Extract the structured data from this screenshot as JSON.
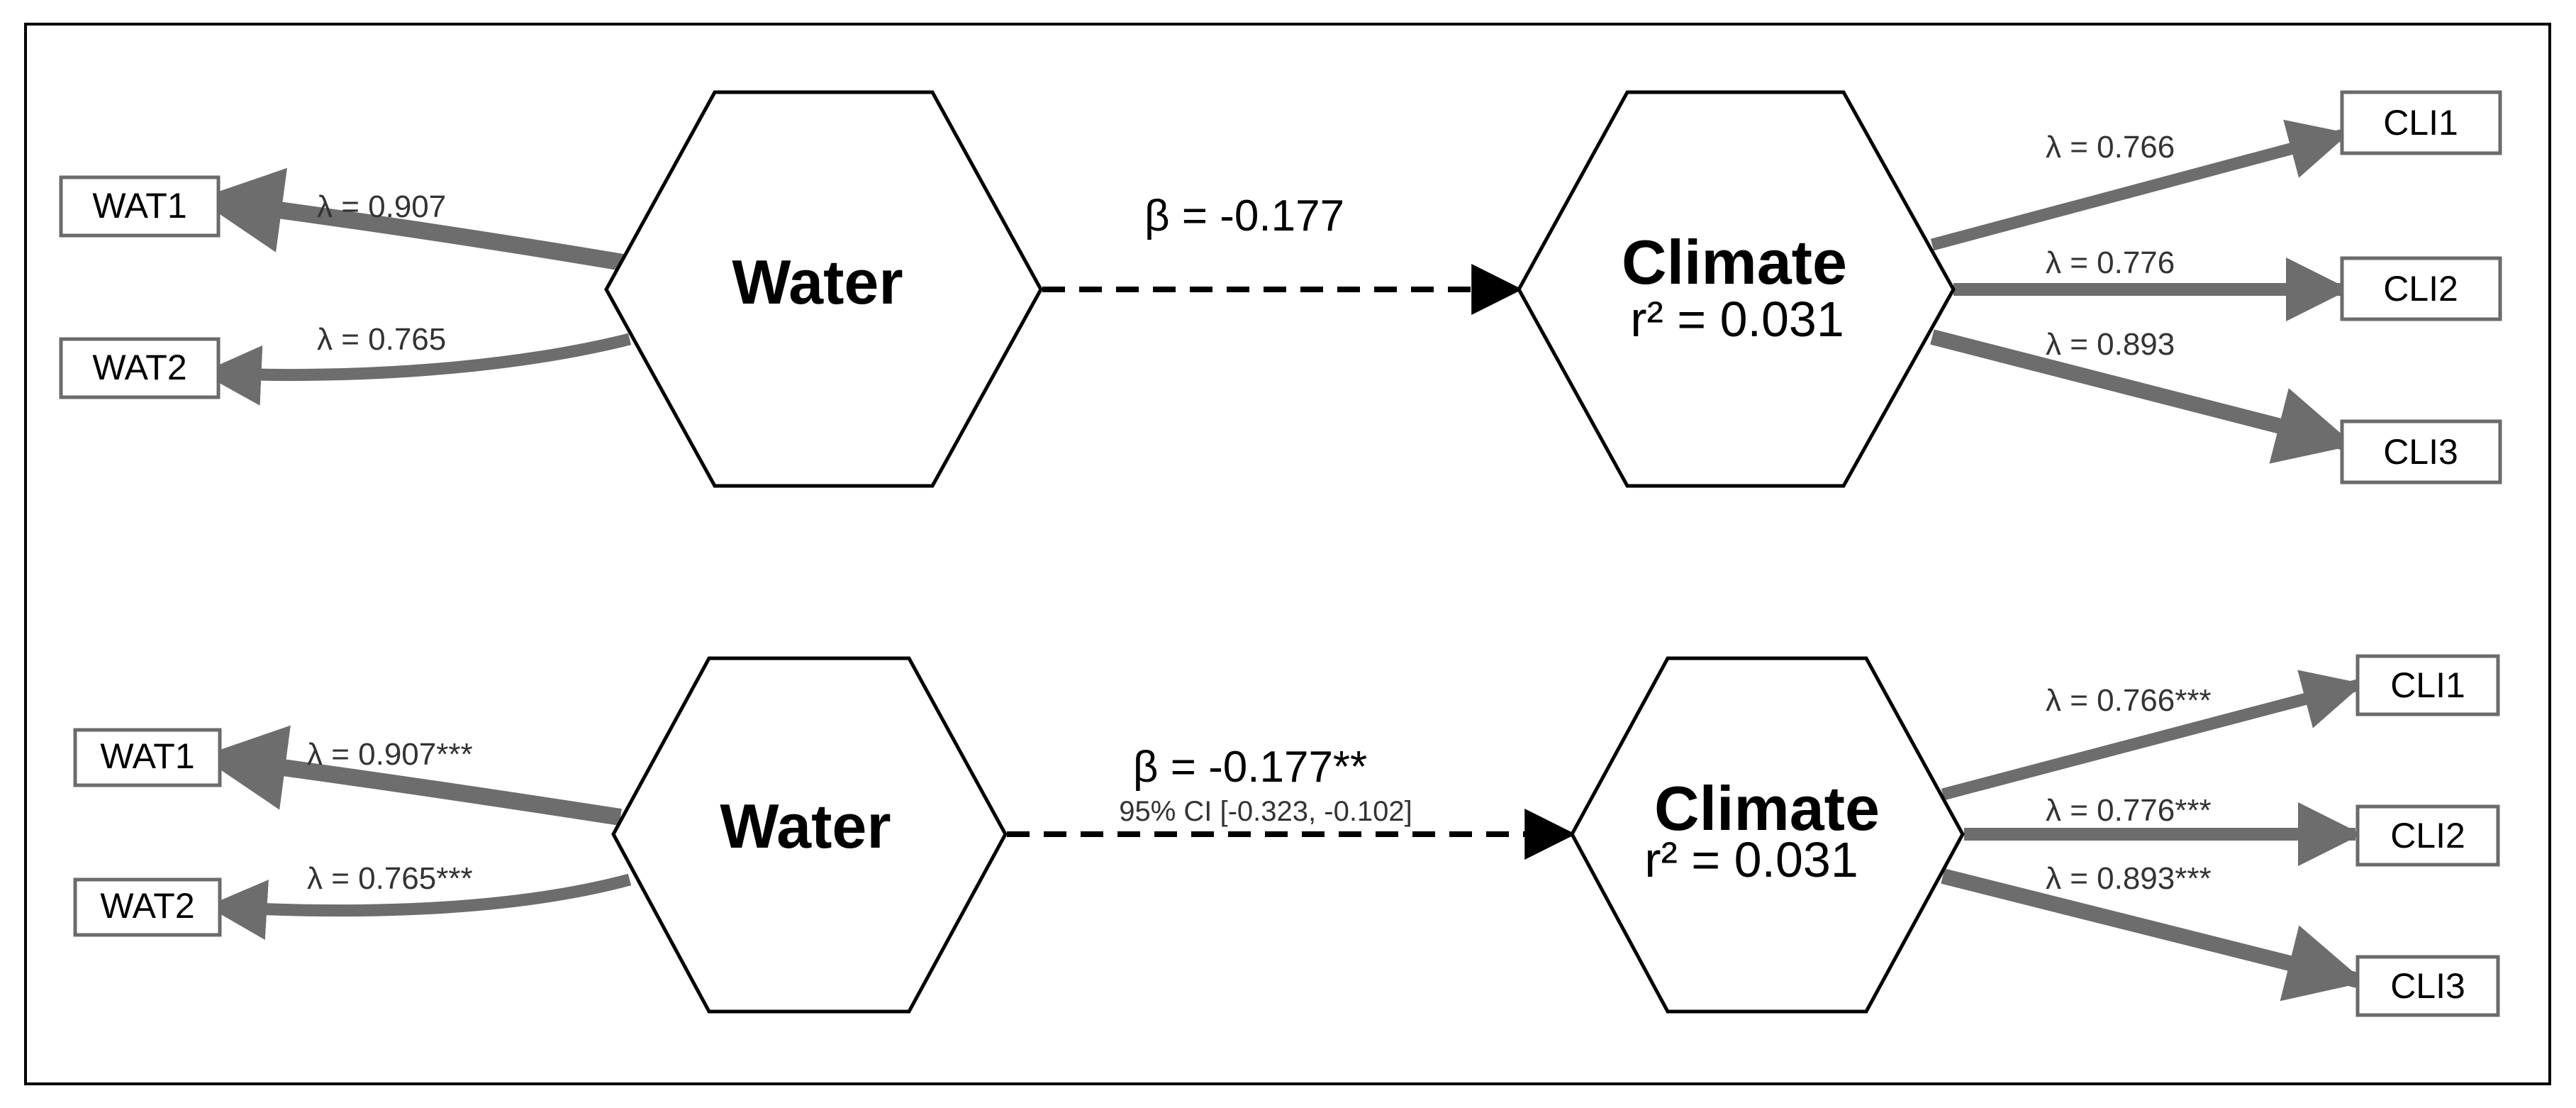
{
  "colors": {
    "arrow": "#6d6d6d",
    "outline": "#000000",
    "background": "#ffffff"
  },
  "panels": [
    {
      "id": "top",
      "exogenous": {
        "name": "Water"
      },
      "endogenous": {
        "name": "Climate",
        "r2": "r² = 0.031"
      },
      "path": {
        "beta": "β = -0.177",
        "ci": ""
      },
      "water_indicators": [
        {
          "label": "WAT1",
          "loading": "λ = 0.907"
        },
        {
          "label": "WAT2",
          "loading": "λ = 0.765"
        }
      ],
      "climate_indicators": [
        {
          "label": "CLI1",
          "loading": "λ = 0.766"
        },
        {
          "label": "CLI2",
          "loading": "λ = 0.776"
        },
        {
          "label": "CLI3",
          "loading": "λ = 0.893"
        }
      ]
    },
    {
      "id": "bottom",
      "exogenous": {
        "name": "Water"
      },
      "endogenous": {
        "name": "Climate",
        "r2": "r² = 0.031"
      },
      "path": {
        "beta": "β = -0.177**",
        "ci": "95% CI [-0.323, -0.102]"
      },
      "water_indicators": [
        {
          "label": "WAT1",
          "loading": "λ = 0.907***"
        },
        {
          "label": "WAT2",
          "loading": "λ = 0.765***"
        }
      ],
      "climate_indicators": [
        {
          "label": "CLI1",
          "loading": "λ = 0.766***"
        },
        {
          "label": "CLI2",
          "loading": "λ = 0.776***"
        },
        {
          "label": "CLI3",
          "loading": "λ = 0.893***"
        }
      ]
    }
  ]
}
